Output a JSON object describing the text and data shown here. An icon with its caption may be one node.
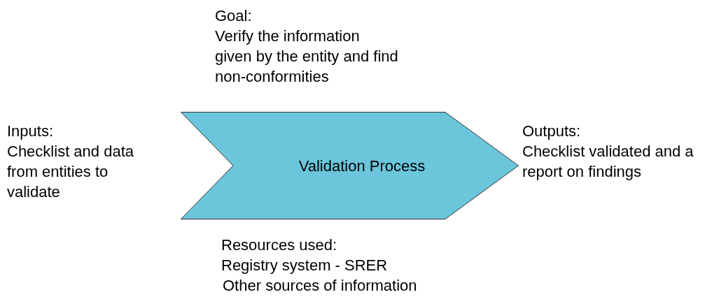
{
  "diagram": {
    "nodes": [
      {
        "text": [
          "Validation Process"
        ]
      }
    ],
    "labels": [
      "Goal:",
      "Verify the information given by the entity and find non-conformities",
      "Inputs:",
      "Checklist and data from entities to validate",
      "Outputs:",
      "Checklist validated and a report on findings",
      "Resources used:",
      "Registry system - SRER",
      "Other sources of information"
    ]
  }
}
